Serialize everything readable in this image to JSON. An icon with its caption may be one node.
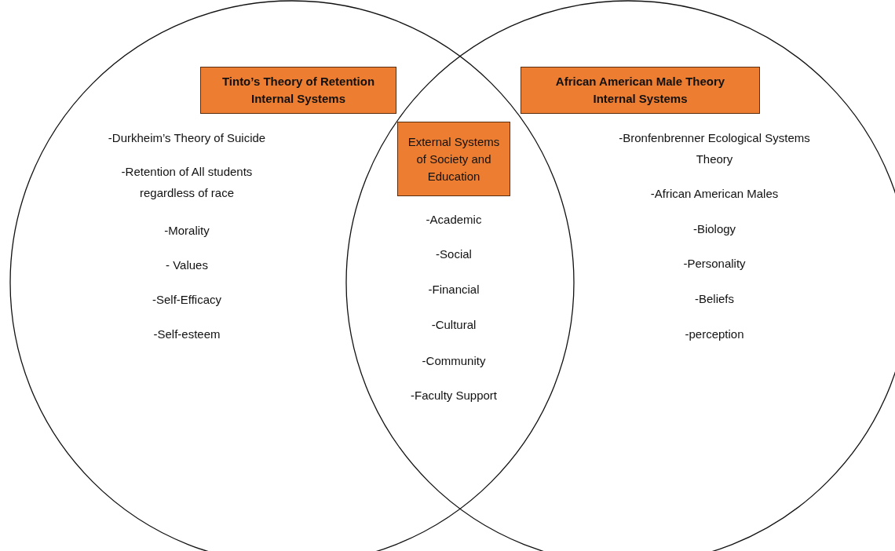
{
  "diagram": {
    "nodes": [
      {
        "text": [
          "-Durkheim’s Theory of Suicide",
          "-Retention of All students regardless of race",
          "-Morality",
          "- Values",
          "-Self-Efficacy",
          "-Self-esteem"
        ]
      },
      {
        "text": [
          "-Bronfenbrenner Ecological Systems Theory",
          "-African American Males",
          "-Biology",
          "-Personality",
          "-Beliefs",
          "-perception"
        ]
      },
      {
        "text": [
          "Tinto’s Theory of Retention Internal Systems"
        ],
        "in": 0
      },
      {
        "text": [
          "African American Male Theory Internal Systems"
        ],
        "in": 1
      },
      {
        "text": [
          "External Systems of Society and Education"
        ]
      }
    ],
    "edges": [],
    "labels": [
      "-Academic",
      "-Social",
      "-Financial",
      "-Cultural",
      "-Community",
      "-Faculty Support"
    ]
  }
}
